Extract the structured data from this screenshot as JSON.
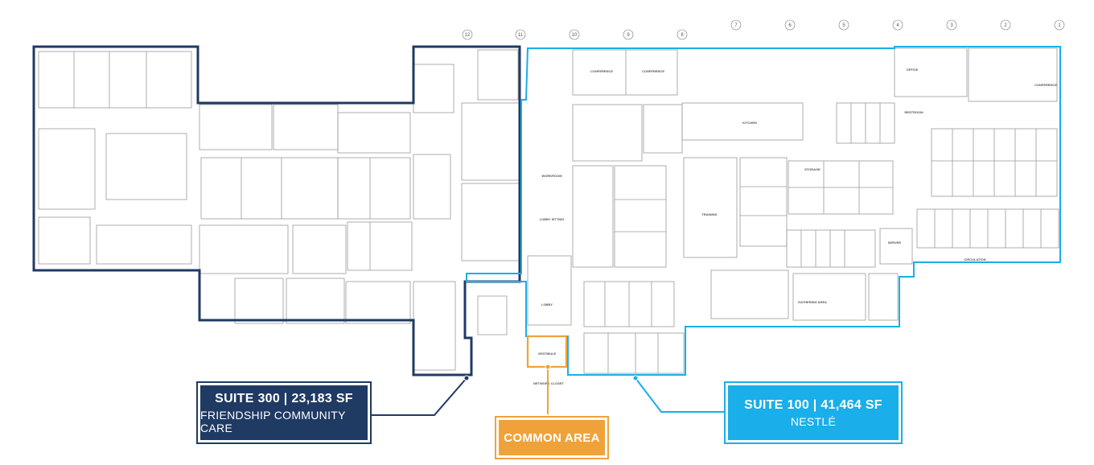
{
  "colors": {
    "suite300": "#1f3a63",
    "common": "#f0a23a",
    "suite100": "#1aaeea",
    "walls": "#8a8a8a"
  },
  "callouts": {
    "suite300": {
      "line1": "SUITE 300 | 23,183 SF",
      "line2": "FRIENDSHIP COMMUNITY CARE"
    },
    "common": {
      "line1": "COMMON AREA"
    },
    "suite100": {
      "line1": "SUITE 100 | 41,464 SF",
      "line2": "NESTLÉ"
    }
  },
  "grid_labels": [
    "12",
    "11",
    "10",
    "9",
    "8",
    "7",
    "6",
    "5",
    "4",
    "3",
    "2",
    "1"
  ],
  "room_labels": [
    {
      "id": "r1",
      "text": "CONFERENCE"
    },
    {
      "id": "r2",
      "text": "CONFERENCE"
    },
    {
      "id": "r3",
      "text": "KITCHEN"
    },
    {
      "id": "r4",
      "text": "WORKROOM"
    },
    {
      "id": "r5",
      "text": "LOBBY SITTING"
    },
    {
      "id": "r6",
      "text": "TRAINING"
    },
    {
      "id": "r7",
      "text": "OFFICE"
    },
    {
      "id": "r8",
      "text": "RESTROOM"
    },
    {
      "id": "r9",
      "text": "STORAGE"
    },
    {
      "id": "r10",
      "text": "CONFERENCE"
    },
    {
      "id": "r11",
      "text": "CIRCULATION"
    },
    {
      "id": "r12",
      "text": "GATHERING AREA"
    },
    {
      "id": "r13",
      "text": "LOBBY"
    },
    {
      "id": "r14",
      "text": "VESTIBULE"
    },
    {
      "id": "r15",
      "text": "NETWORK CLOSET"
    },
    {
      "id": "r16",
      "text": "SERVER"
    }
  ]
}
